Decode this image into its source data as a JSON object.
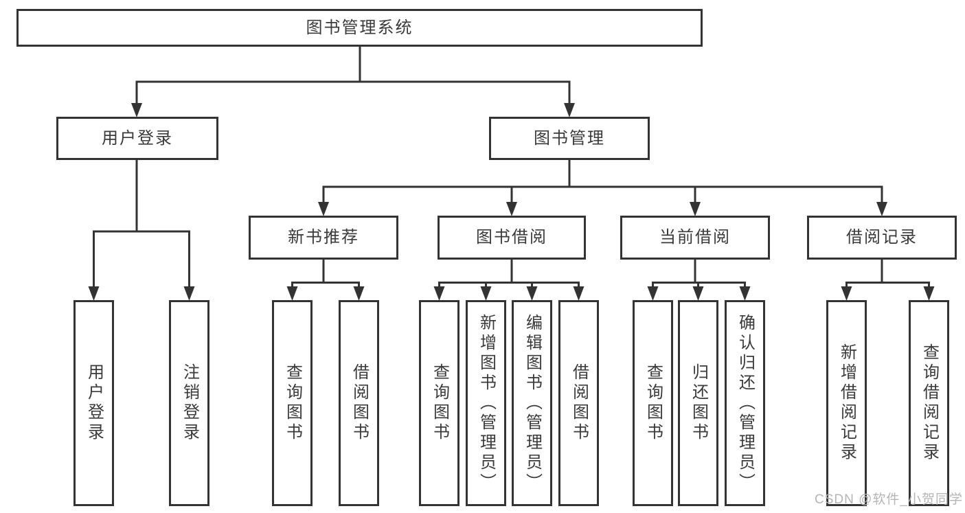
{
  "diagram_type": "hierarchy",
  "tree": {
    "label": "图书管理系统",
    "children": [
      {
        "label": "用户登录",
        "children": [
          {
            "label": "用户登录"
          },
          {
            "label": "注销登录"
          }
        ]
      },
      {
        "label": "图书管理",
        "children": [
          {
            "label": "新书推荐",
            "children": [
              {
                "label": "查询图书"
              },
              {
                "label": "借阅图书"
              }
            ]
          },
          {
            "label": "图书借阅",
            "children": [
              {
                "label": "查询图书"
              },
              {
                "label": "新增图书（管理员）"
              },
              {
                "label": "编辑图书（管理员）"
              },
              {
                "label": "借阅图书"
              }
            ]
          },
          {
            "label": "当前借阅",
            "children": [
              {
                "label": "查询图书"
              },
              {
                "label": "归还图书"
              },
              {
                "label": "确认归还（管理员）"
              }
            ]
          },
          {
            "label": "借阅记录",
            "children": [
              {
                "label": "新增借阅记录"
              },
              {
                "label": "查询借阅记录"
              }
            ]
          }
        ]
      }
    ]
  },
  "watermark": "CSDN @软件_小贺同学",
  "colors": {
    "line": "#333333",
    "border": "#333333",
    "text": "#3a3a3a",
    "watermark": "#b5b5b5",
    "background": "#ffffff"
  }
}
